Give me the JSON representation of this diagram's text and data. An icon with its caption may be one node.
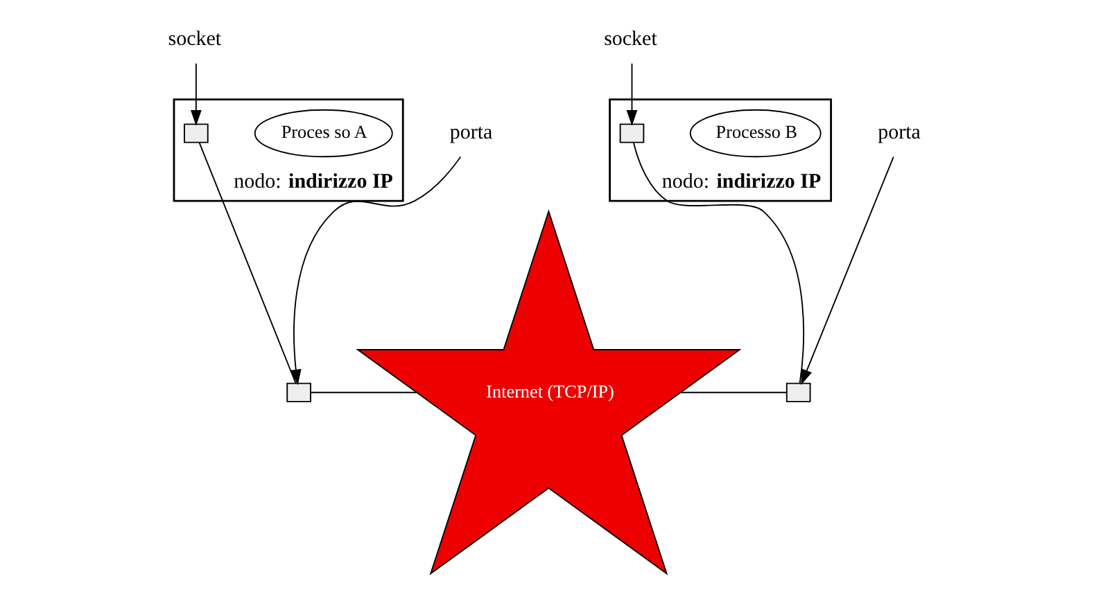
{
  "diagram": {
    "nodes": [
      {
        "text": [
          "nodo: **indirizzo IP**"
        ]
      },
      {
        "text": [
          "Proces so A"
        ],
        "in": 0
      },
      {
        "text": [],
        "shape": "box",
        "in": 0
      },
      {
        "text": [],
        "shape": "box"
      },
      {
        "text": [
          "socket"
        ]
      },
      {
        "text": [
          "porta"
        ]
      },
      {
        "text": [
          "Internet (TCP/IP)"
        ]
      },
      {
        "text": [
          "nodo: **indirizzo IP**"
        ]
      },
      {
        "text": [
          "Processo B"
        ],
        "in": 7
      },
      {
        "text": [],
        "shape": "box",
        "in": 7
      },
      {
        "text": [],
        "shape": "box"
      },
      {
        "text": [
          "socket"
        ]
      },
      {
        "text": [
          "porta"
        ]
      }
    ],
    "edges": [
      {
        "from": 2,
        "to": 3,
        "arrow": "none"
      },
      {
        "from": 3,
        "to": 6,
        "arrow": "none"
      },
      {
        "from": 6,
        "to": 10,
        "arrow": "none"
      },
      {
        "from": 9,
        "to": 10,
        "arrow": "none"
      },
      {
        "from": 4,
        "to": 2,
        "arrow": "to"
      },
      {
        "from": 5,
        "to": 3,
        "arrow": "to"
      },
      {
        "from": 11,
        "to": 9,
        "arrow": "to"
      },
      {
        "from": 12,
        "to": 10,
        "arrow": "to"
      }
    ]
  }
}
